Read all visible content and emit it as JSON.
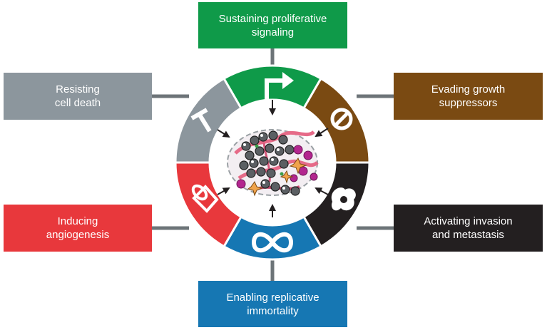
{
  "hallmarks": [
    {
      "id": "top",
      "label": "Sustaining proliferative\nsignaling",
      "color": "#0f9a49",
      "icon": "arrow-icon"
    },
    {
      "id": "top-right",
      "label": "Evading growth\nsuppressors",
      "color": "#7a4a12",
      "icon": "no-entry-icon"
    },
    {
      "id": "bottom-right",
      "label": "Activating invasion\nand metastasis",
      "color": "#231f20",
      "icon": "cell-icon"
    },
    {
      "id": "bottom",
      "label": "Enabling replicative\nimmortality",
      "color": "#1677b3",
      "icon": "infinity-icon"
    },
    {
      "id": "bottom-left",
      "label": "Inducing\nangiogenesis",
      "color": "#e8383c",
      "icon": "vessel-icon"
    },
    {
      "id": "top-left",
      "label": "Resisting\ncell death",
      "color": "#8c969d",
      "icon": "cross-icon"
    }
  ],
  "connector_color": "#6d7478"
}
